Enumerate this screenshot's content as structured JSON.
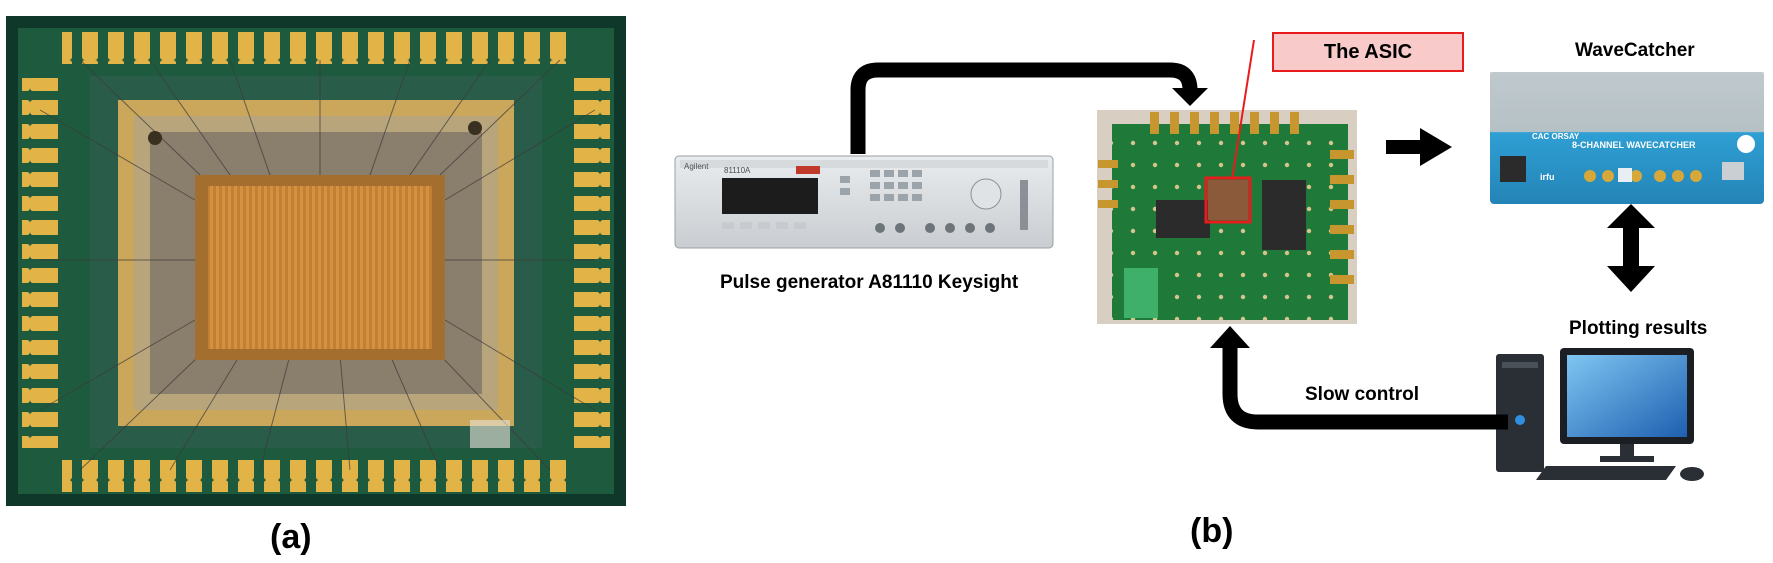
{
  "panel_a": {
    "label": "(a)"
  },
  "panel_b": {
    "label": "(b)",
    "pulse_generator": {
      "caption": "Pulse generator A81110 Keysight",
      "brand": "Agilent",
      "model": "81110A"
    },
    "asic_callout": "The ASIC",
    "wavecatcher": {
      "caption": "WaveCatcher",
      "panel_text": "8-CHANNEL WAVECATCHER",
      "logos": [
        "CAC ORSAY",
        "irfu"
      ]
    },
    "plotting": {
      "caption": "Plotting results"
    },
    "slow_control": {
      "caption": "Slow control"
    }
  },
  "colors": {
    "pcb_green": "#1f7a3a",
    "asic_highlight": "#e81c1c",
    "callout_fill": "#f8caca",
    "wavecatcher_blue": "#2f9fd4",
    "arrow": "#000000"
  }
}
